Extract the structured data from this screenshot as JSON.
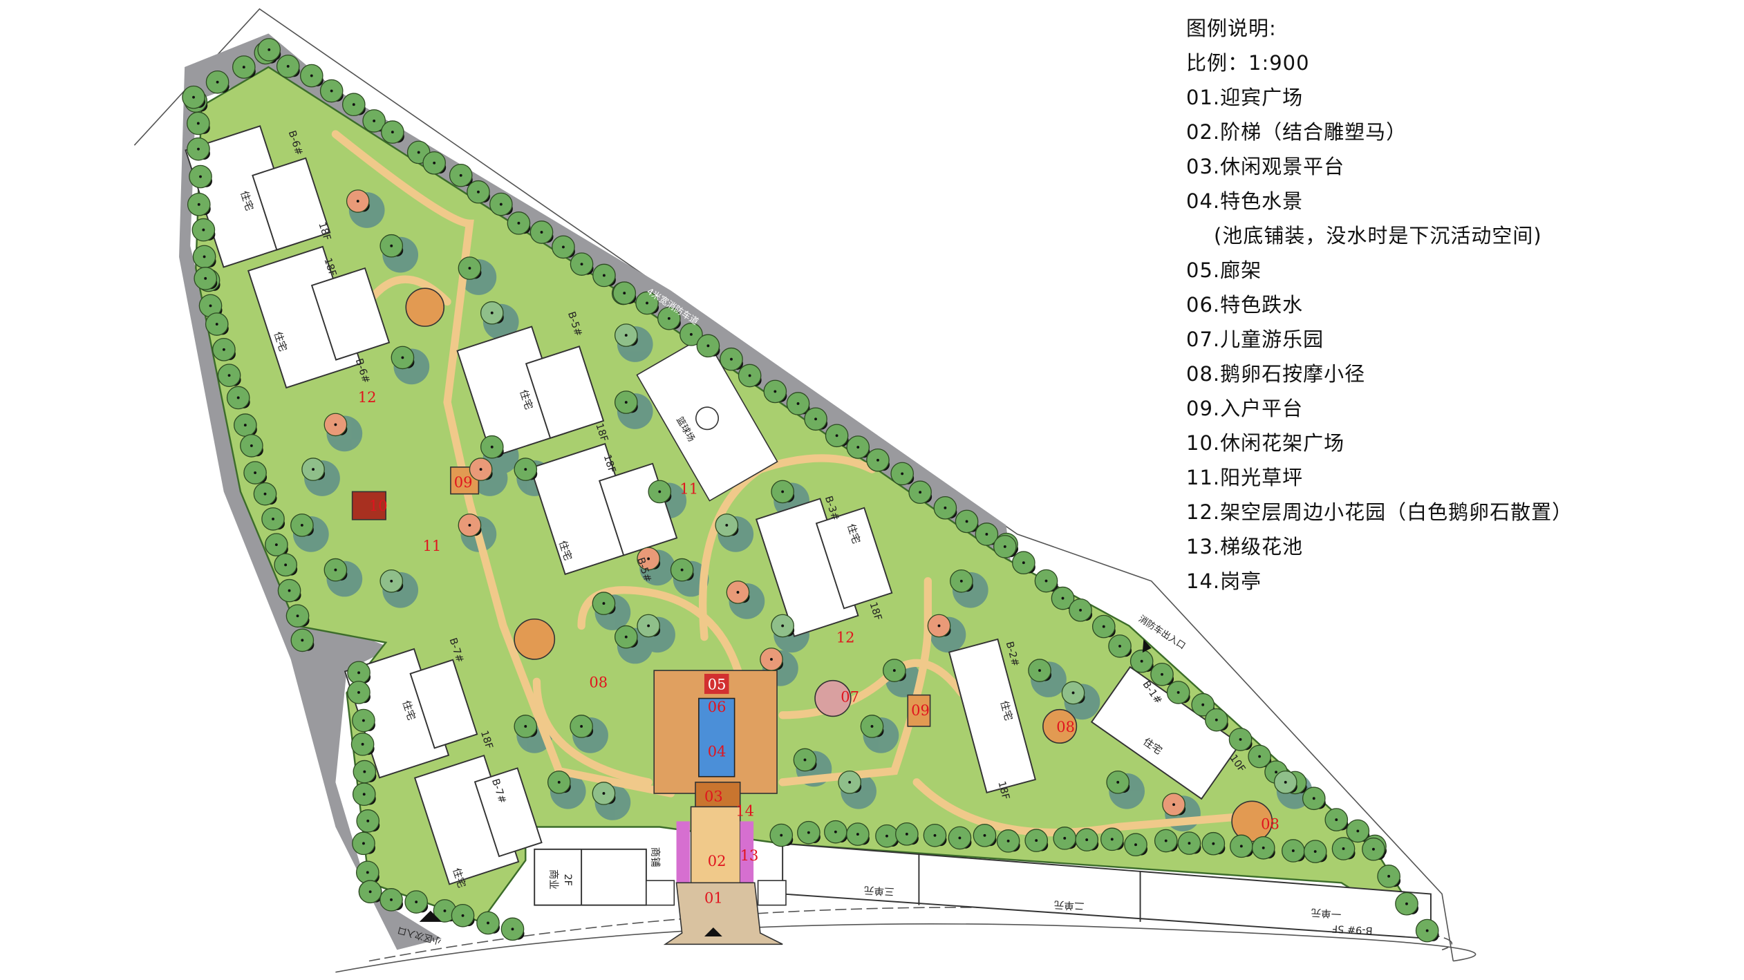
{
  "legend": {
    "title": "图例说明:",
    "scale": "比例：1:900",
    "items": [
      "01.迎宾广场",
      "02.阶梯（结合雕塑马）",
      "03.休闲观景平台",
      "04.特色水景",
      "(池底铺装，没水时是下沉活动空间)",
      "05.廊架",
      "06.特色跌水",
      "07.儿童游乐园",
      "08.鹅卵石按摩小径",
      "09.入户平台",
      "10.休闲花架广场",
      "11.阳光草坪",
      "12.架空层周边小花园（白色鹅卵石散置）",
      "13.梯级花池",
      "14.岗亭"
    ]
  },
  "map": {
    "numbers": [
      "01",
      "02",
      "03",
      "04",
      "05",
      "06",
      "07",
      "08",
      "08",
      "08",
      "09",
      "09",
      "10",
      "11",
      "11",
      "11",
      "12",
      "12",
      "13",
      "14"
    ],
    "buildings": {
      "b6": {
        "name": "B-6#",
        "name2": "B-6#",
        "use": "住宅",
        "use2": "住宅",
        "floors": "18F",
        "floors2": "18F"
      },
      "b5": {
        "name": "B-5#",
        "name2": "B-5#",
        "use": "住宅",
        "use2": "住宅",
        "floors": "18F",
        "floors2": "18F"
      },
      "b3": {
        "name": "B-3#",
        "use": "住宅",
        "floors": "18F"
      },
      "b7": {
        "name": "B-7#",
        "name2": "B-7#",
        "use": "住宅",
        "use2": "住宅",
        "floors": "18F"
      },
      "b2": {
        "name": "B-2#",
        "use": "住宅",
        "floors": "18F"
      },
      "b1": {
        "name": "B-1#",
        "use": "住宅",
        "floors": "10F"
      },
      "b9": {
        "name": "B-9# 5F",
        "unit1": "一单元",
        "unit2": "二单元",
        "unit3": "三单元"
      },
      "commercial": {
        "floors": "2F",
        "use": "商业"
      },
      "shop": "商铺"
    },
    "annotations": {
      "basketball": "篮球场",
      "fire_lane": "4米宽消防车道",
      "fire_entrance": "消防车出入口",
      "secondary_entrance": "小区次入口"
    },
    "colors": {
      "lawn": "#a9cf6f",
      "tree": "#6fae5f",
      "path": "#f0c98a",
      "plaza": "#e29a52",
      "water": "#4b8fd8",
      "number": "#e0141e",
      "road": "#9a9a9e"
    }
  }
}
